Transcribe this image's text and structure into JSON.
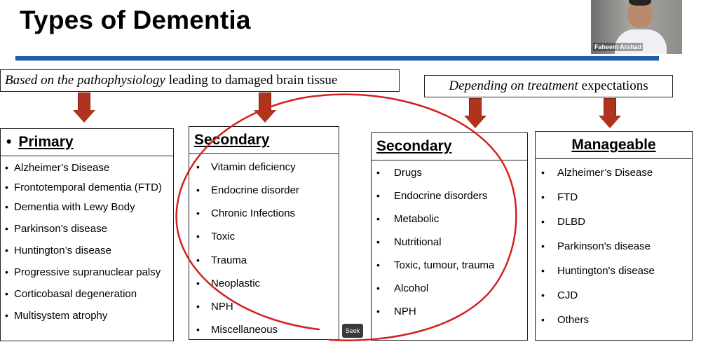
{
  "slide": {
    "title": "Types of Dementia",
    "basis_left": {
      "pre": "Based on the",
      "em": "pathophysiology",
      "post": "leading to damaged brain tissue"
    },
    "basis_right": {
      "pre": "Depending on",
      "em": "treatment",
      "post": "expectations"
    },
    "columns": [
      {
        "header": "Primary",
        "header_bullet": "•",
        "items": [
          "Alzheimer’s Disease",
          "Frontotemporal dementia (FTD)",
          "Dementia with Lewy Body",
          "Parkinson's disease",
          "Huntington’s disease",
          "Progressive supranuclear palsy",
          "Corticobasal degeneration",
          "Multisystem atrophy"
        ]
      },
      {
        "header": "Secondary",
        "items": [
          "Vitamin deficiency",
          "Endocrine disorder",
          "Chronic Infections",
          "Toxic",
          "Trauma",
          "Neoplastic",
          "NPH",
          "Miscellaneous"
        ]
      },
      {
        "header": "Secondary",
        "items": [
          "Drugs",
          "Endocrine disorders",
          "Metabolic",
          "Nutritional",
          "Toxic, tumour, trauma",
          "Alcohol",
          "NPH"
        ]
      },
      {
        "header": "Manageable",
        "items": [
          "Alzheimer’s Disease",
          "FTD",
          "DLBD",
          "Parkinson's disease",
          "Huntington's disease",
          "CJD",
          "Others"
        ]
      }
    ],
    "bullet_glyph": "•"
  },
  "video": {
    "participant_name": "Faheem Arshad"
  },
  "controls": {
    "seek_label": "Seek"
  },
  "colors": {
    "rule": "#1f5fa8",
    "arrow": "#b0331d",
    "annotation_circle": "#d42020"
  }
}
